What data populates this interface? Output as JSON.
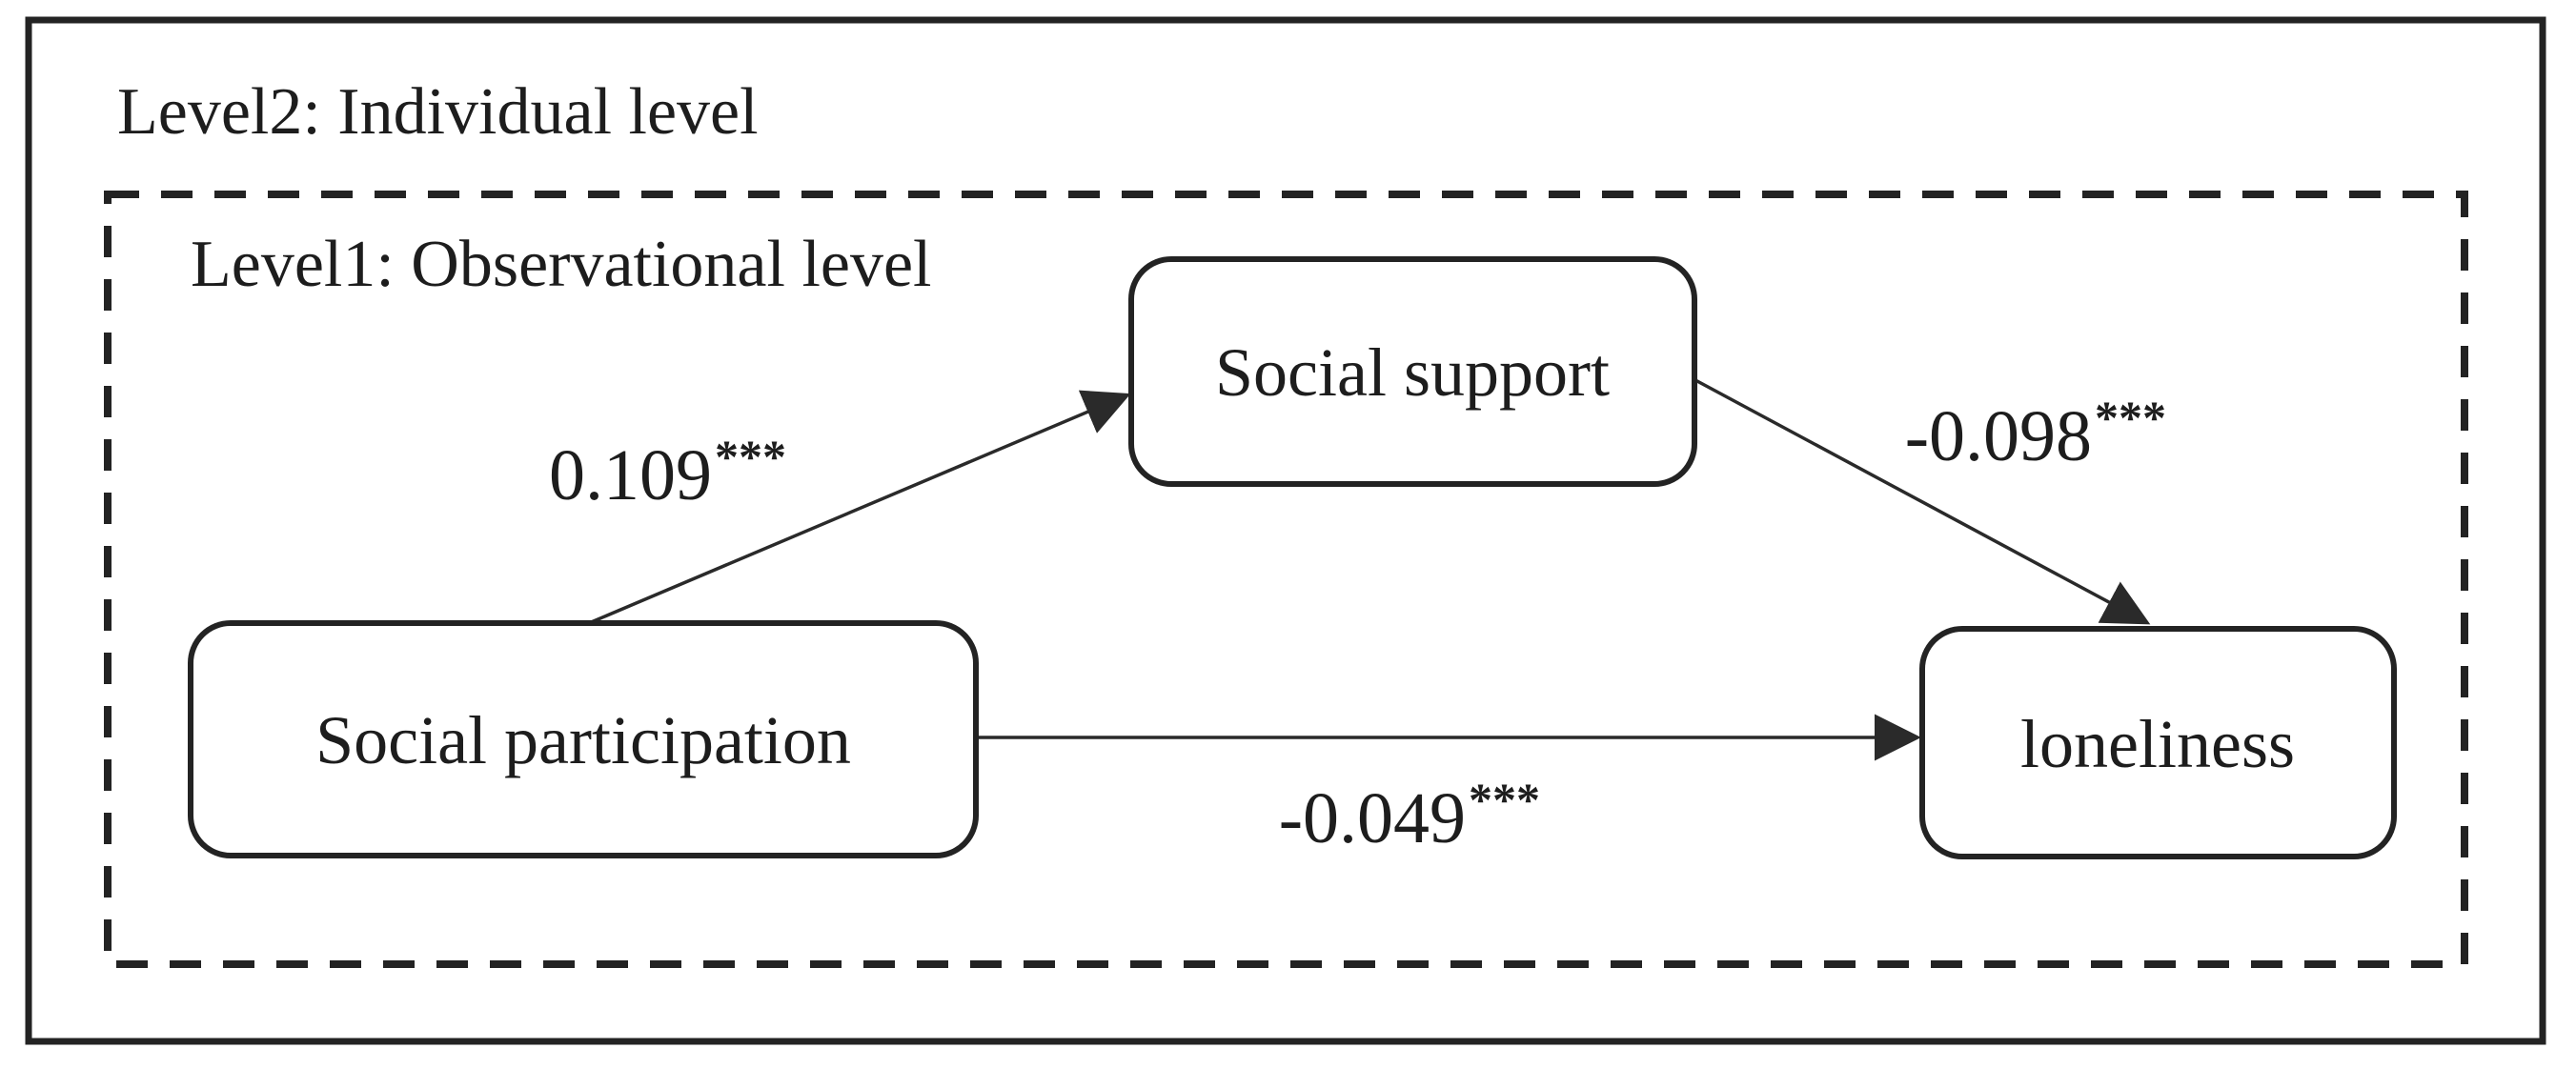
{
  "figure": {
    "levels": {
      "individual": {
        "label": "Level2: Individual level"
      },
      "observational": {
        "label": "Level1: Observational level"
      }
    },
    "nodes": {
      "predictor": {
        "label": "Social participation"
      },
      "mediator": {
        "label": "Social support"
      },
      "outcome": {
        "label": "loneliness"
      }
    },
    "paths": {
      "predictor_to_mediator": {
        "coefficient": "0.109",
        "significance": "***"
      },
      "mediator_to_outcome": {
        "coefficient": "-0.098",
        "significance": "***"
      },
      "predictor_to_outcome": {
        "coefficient": "-0.049",
        "significance": "***"
      }
    },
    "colors": {
      "ink": "#1d1d1d",
      "line": "#2a2a2a",
      "background": "#ffffff"
    }
  }
}
